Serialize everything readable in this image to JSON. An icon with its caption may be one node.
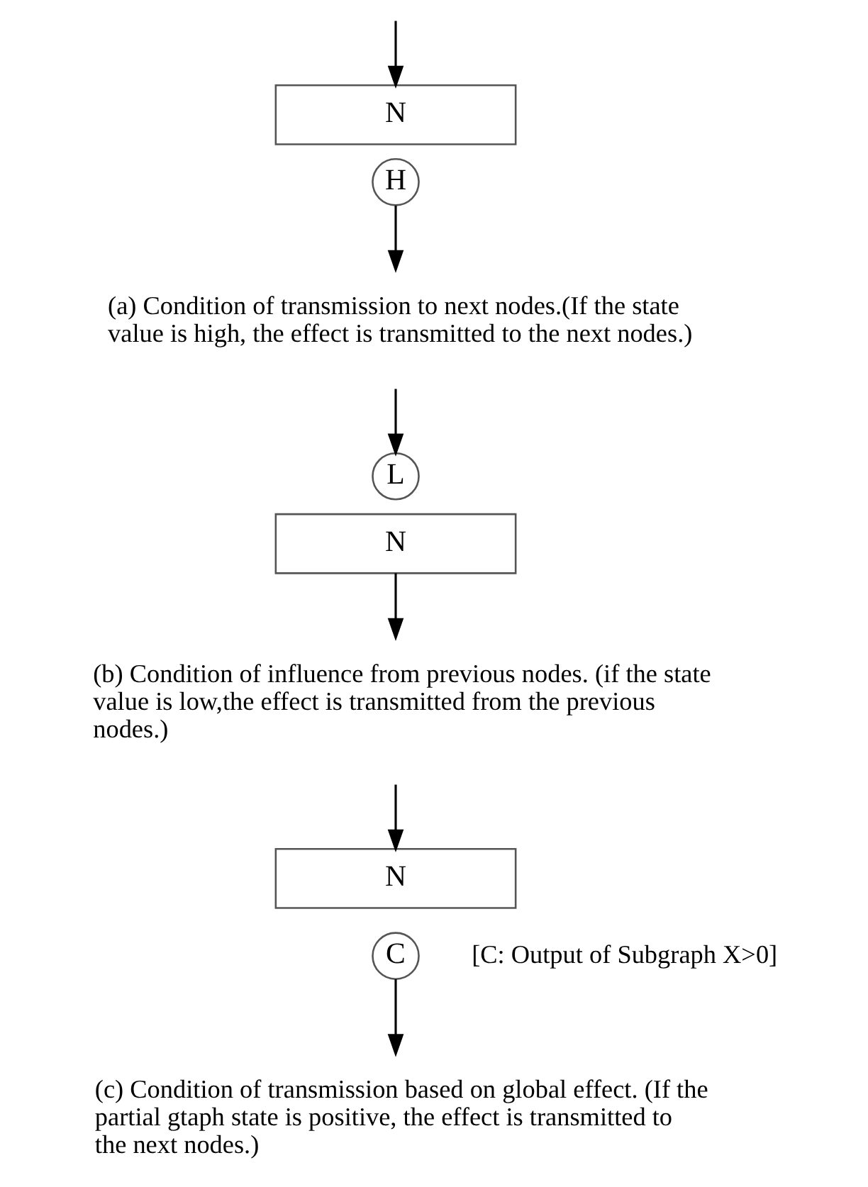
{
  "diagram": {
    "nodes": [
      {
        "text": [
          "N"
        ]
      },
      {
        "text": [
          "H"
        ]
      },
      {
        "text": [
          "L"
        ]
      },
      {
        "text": [
          "N"
        ]
      },
      {
        "text": [
          "N"
        ]
      },
      {
        "text": [
          "C"
        ],
        "beside": [
          "[C: Output of Subgraph X>0]"
        ]
      }
    ],
    "edges": [
      {
        "from": null,
        "to": 0,
        "arrow": "to"
      },
      {
        "from": 1,
        "to": null,
        "arrow": "to"
      },
      {
        "from": null,
        "to": 2,
        "arrow": "to"
      },
      {
        "from": 3,
        "to": null,
        "arrow": "to"
      },
      {
        "from": null,
        "to": 4,
        "arrow": "to"
      },
      {
        "from": 5,
        "to": null,
        "arrow": "to"
      }
    ],
    "labels": [
      "(a) Condition of transmission to next nodes.(If the state value is high, the effect is transmitted to the next nodes.)",
      "(b) Condition of influence from previous nodes. (if the state value is low,the effect is transmitted from the previous nodes.)",
      "(c) Condition of transmission based on global effect. (If the partial gtaph state is positive, the effect is transmitted to the next nodes.)"
    ]
  }
}
